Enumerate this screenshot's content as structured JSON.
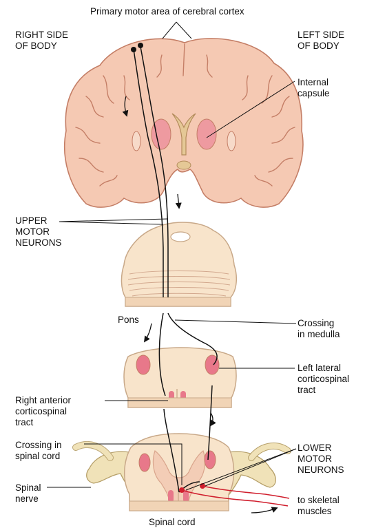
{
  "title": "Primary motor area of cerebral cortex",
  "labels": {
    "right_side": "RIGHT SIDE\nOF BODY",
    "left_side": "LEFT SIDE\nOF BODY",
    "internal_capsule": "Internal\ncapsule",
    "upper_motor_neurons": "UPPER\nMOTOR\nNEURONS",
    "pons": "Pons",
    "crossing_medulla": "Crossing\nin medulla",
    "left_lateral_tract": "Left lateral\ncorticospinal\ntract",
    "right_anterior_tract": "Right anterior\ncorticospinal\ntract",
    "crossing_spinal_cord": "Crossing in\nspinal cord",
    "lower_motor_neurons": "LOWER\nMOTOR\nNEURONS",
    "spinal_nerve": "Spinal\nnerve",
    "to_skeletal_muscles": "to skeletal\nmuscles",
    "spinal_cord": "Spinal cord"
  },
  "colors": {
    "brain": "#f5c9b3",
    "brain_outline": "#c47e66",
    "tissue": "#f8e4cb",
    "tissue_outline": "#c8a888",
    "red_area": "#e8788a",
    "nerve": "#f0e2b8",
    "neuron_line": "#111111",
    "lower_neuron": "#d01e2d"
  }
}
